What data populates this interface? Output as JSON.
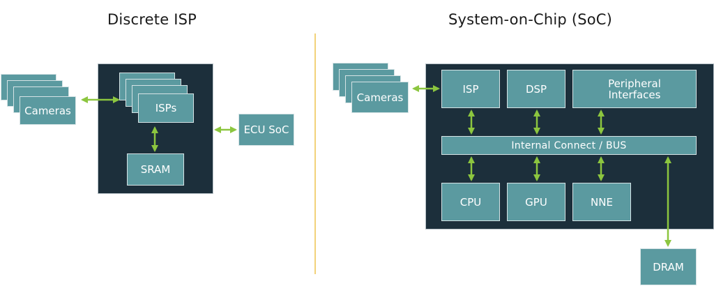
{
  "left": {
    "title": "Discrete ISP",
    "cameras": "Cameras",
    "isps": "ISPs",
    "sram": "SRAM",
    "ecu": "ECU SoC"
  },
  "right": {
    "title": "System-on-Chip (SoC)",
    "cameras": "Cameras",
    "isp": "ISP",
    "dsp": "DSP",
    "peripheral_line1": "Peripheral",
    "peripheral_line2": "Interfaces",
    "bus": "Internal Connect / BUS",
    "cpu": "CPU",
    "gpu": "GPU",
    "nne": "NNE",
    "dram": "DRAM"
  },
  "colors": {
    "chip_bg": "#1c2f3b",
    "box": "#5b9aa0",
    "arrow": "#8cc63f",
    "divider": "#f2d27a"
  }
}
